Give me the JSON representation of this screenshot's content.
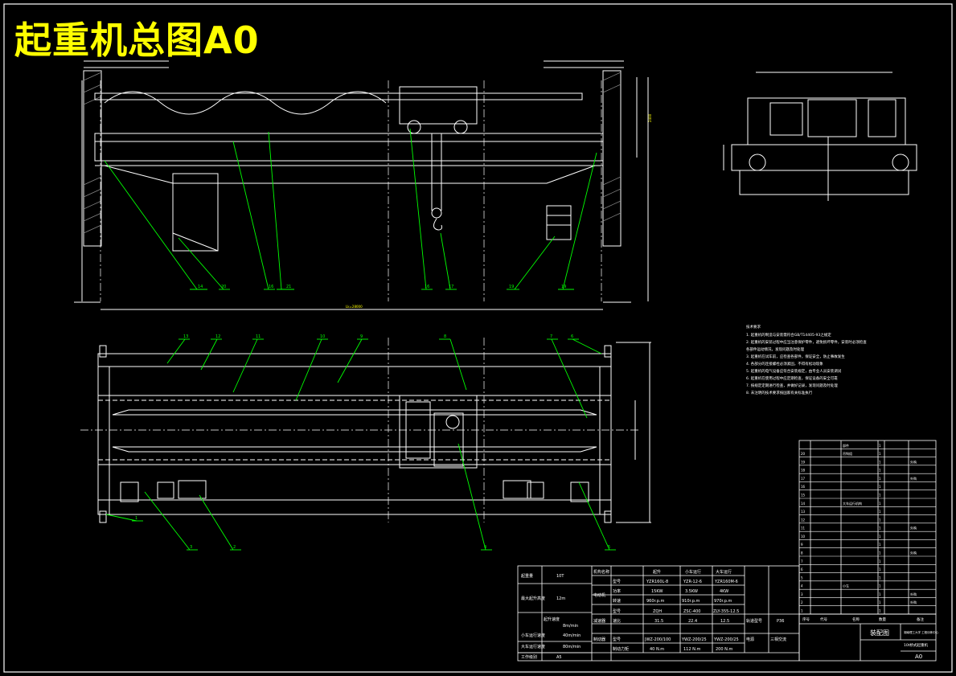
{
  "drawing": {
    "title": "起重机总图A0",
    "front_view_labels": [
      "14",
      "20",
      "16",
      "21",
      "16",
      "17",
      "19",
      "19"
    ],
    "top_view_labels_top": [
      "13",
      "12",
      "11",
      "10",
      "9",
      "8",
      "7",
      "6"
    ],
    "top_view_labels_bottom": [
      "1",
      "3",
      "2",
      "4",
      "5"
    ],
    "dimension_span": "Lk=28000",
    "dimension_side": "2400"
  },
  "notes": {
    "header": "技术要求",
    "lines": [
      "1. 起重机的制造与安装需符合GB/T14405-93之规定",
      "2. 起重机的安装过程中应当注意保护零件，避免损坏零件，安装时必须检查",
      "   各部件运动情况，发现问题及时处理",
      "3. 起重机在试车前，应检查各部件，保证安全，防止事故发生",
      "4. 各部分的连接螺栓必须紧固，不得有松动现象",
      "5. 起重机的电气设备应符合安装规定，由专业人员安装调试",
      "6. 起重机在使用过程中应定期检查，保证设备的安全可靠",
      "7. 按规定定期进行检查，并做好记录，发现问题及时处理",
      "8. 未注明的技术要求按国家有关标准执行"
    ]
  },
  "parts_list": {
    "rows": [
      [
        "",
        "部件",
        "1",
        ""
      ],
      [
        "20",
        "吊钩组",
        "1",
        ""
      ],
      [
        "19",
        "",
        "1",
        "外购"
      ],
      [
        "18",
        "",
        "1",
        ""
      ],
      [
        "17",
        "",
        "1",
        "外购"
      ],
      [
        "16",
        "",
        "1",
        ""
      ],
      [
        "15",
        "",
        "1",
        ""
      ],
      [
        "14",
        "大车运行机构",
        "1",
        ""
      ],
      [
        "13",
        "",
        "1",
        ""
      ],
      [
        "12",
        "",
        "1",
        ""
      ],
      [
        "11",
        "",
        "1",
        "外购"
      ],
      [
        "10",
        "",
        "1",
        ""
      ],
      [
        "9",
        "",
        "1",
        ""
      ],
      [
        "8",
        "",
        "1",
        "外购"
      ],
      [
        "7",
        "",
        "1",
        ""
      ],
      [
        "6",
        "",
        "1",
        ""
      ],
      [
        "5",
        "",
        "1",
        ""
      ],
      [
        "4",
        "小车",
        "1",
        ""
      ],
      [
        "3",
        "",
        "1",
        "外购"
      ],
      [
        "2",
        "",
        "1",
        "外购"
      ],
      [
        "1",
        "",
        "1",
        ""
      ]
    ],
    "header": [
      "序号",
      "代号",
      "名称",
      "数量",
      "备注"
    ]
  },
  "spec_table": {
    "rows": [
      {
        "label": "起重量",
        "value": "10T"
      },
      {
        "label": "最大起升高度",
        "value": "12m"
      },
      {
        "label": "起升速度",
        "value": "8m/min"
      },
      {
        "label": "小车运行速度",
        "value": "40m/min"
      },
      {
        "label": "大车运行速度",
        "value": "80m/min"
      },
      {
        "label": "工作级别",
        "value": "A5"
      }
    ],
    "mech_header": [
      "机构名称",
      "起升",
      "小车运行",
      "大车运行"
    ],
    "motor": [
      "YZR160L-8",
      "YZR-12-6",
      "YZR160M-6"
    ],
    "power": [
      "15KW",
      "3.5KW",
      "4KW"
    ],
    "speed_rpm": [
      "960r.p.m",
      "910r.p.m",
      "970r.p.m"
    ],
    "reducer": [
      "ZQH",
      "ZSC-400",
      "ZLY-355-12.5"
    ],
    "ratio": [
      "31.5",
      "22.4",
      "12.5"
    ],
    "brake": [
      "JWZ-200/100",
      "YWZ-200/25",
      "YWZ-200/25"
    ],
    "torque": [
      "40 N.m",
      "112 N.m",
      "200 N.m"
    ],
    "extra1": "P36",
    "extra2": "三相交流",
    "label_motor": "电动机",
    "label_reducer": "减速器",
    "label_brake": "制动器",
    "label_power": "功率",
    "label_speed": "转速",
    "label_model": "型号",
    "label_ratio": "速比",
    "label_torque": "制动力矩",
    "label_supply": "电源",
    "label_track": "轨道型号"
  },
  "title_block": {
    "drawing_name": "装配图",
    "school": "湖南理工大学\n工程训练中心",
    "product": "10t桥式起重机",
    "sheet": "A0"
  }
}
